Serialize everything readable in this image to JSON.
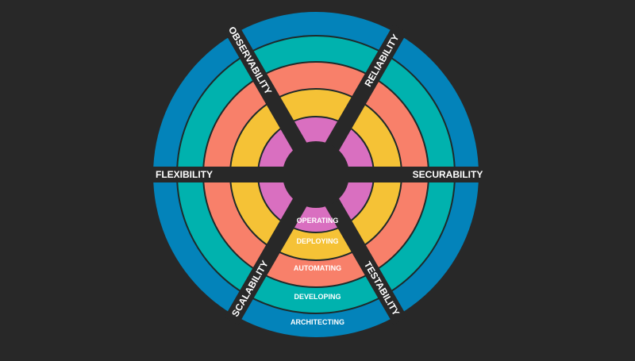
{
  "diagram": {
    "background": "#282828",
    "ring_stroke": "#1e2a2a",
    "rings": [
      {
        "name": "ARCHITECTING",
        "color": "#0383ba"
      },
      {
        "name": "DEVELOPING",
        "color": "#00b2ae"
      },
      {
        "name": "AUTOMATING",
        "color": "#f8806a"
      },
      {
        "name": "DEPLOYING",
        "color": "#f5c236"
      },
      {
        "name": "OPERATING",
        "color": "#d96fc0"
      }
    ],
    "spokes": [
      {
        "name": "RELIABILITY"
      },
      {
        "name": "SECURABILITY"
      },
      {
        "name": "TESTABILITY"
      },
      {
        "name": "SCALABILITY"
      },
      {
        "name": "FLEXIBILITY"
      },
      {
        "name": "OBSERVABILITY"
      }
    ]
  }
}
